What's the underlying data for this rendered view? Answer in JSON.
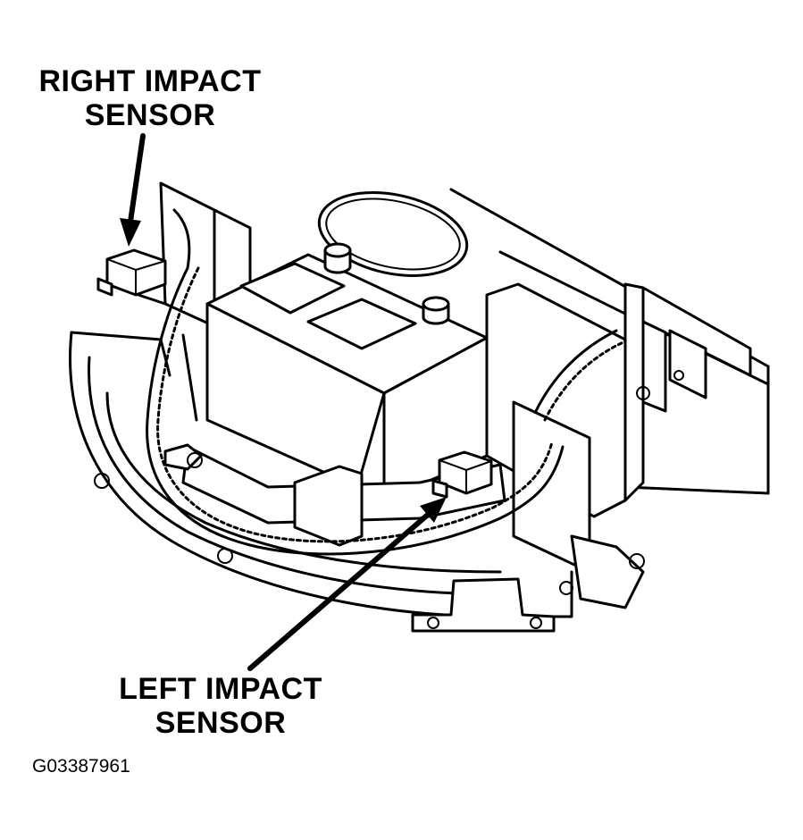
{
  "labels": {
    "right_impact_sensor": {
      "line1": "RIGHT IMPACT",
      "line2": "SENSOR"
    },
    "left_impact_sensor": {
      "line1": "LEFT IMPACT",
      "line2": "SENSOR"
    }
  },
  "figure_code": "G03387961",
  "colors": {
    "ink": "#000000",
    "paper": "#ffffff"
  }
}
